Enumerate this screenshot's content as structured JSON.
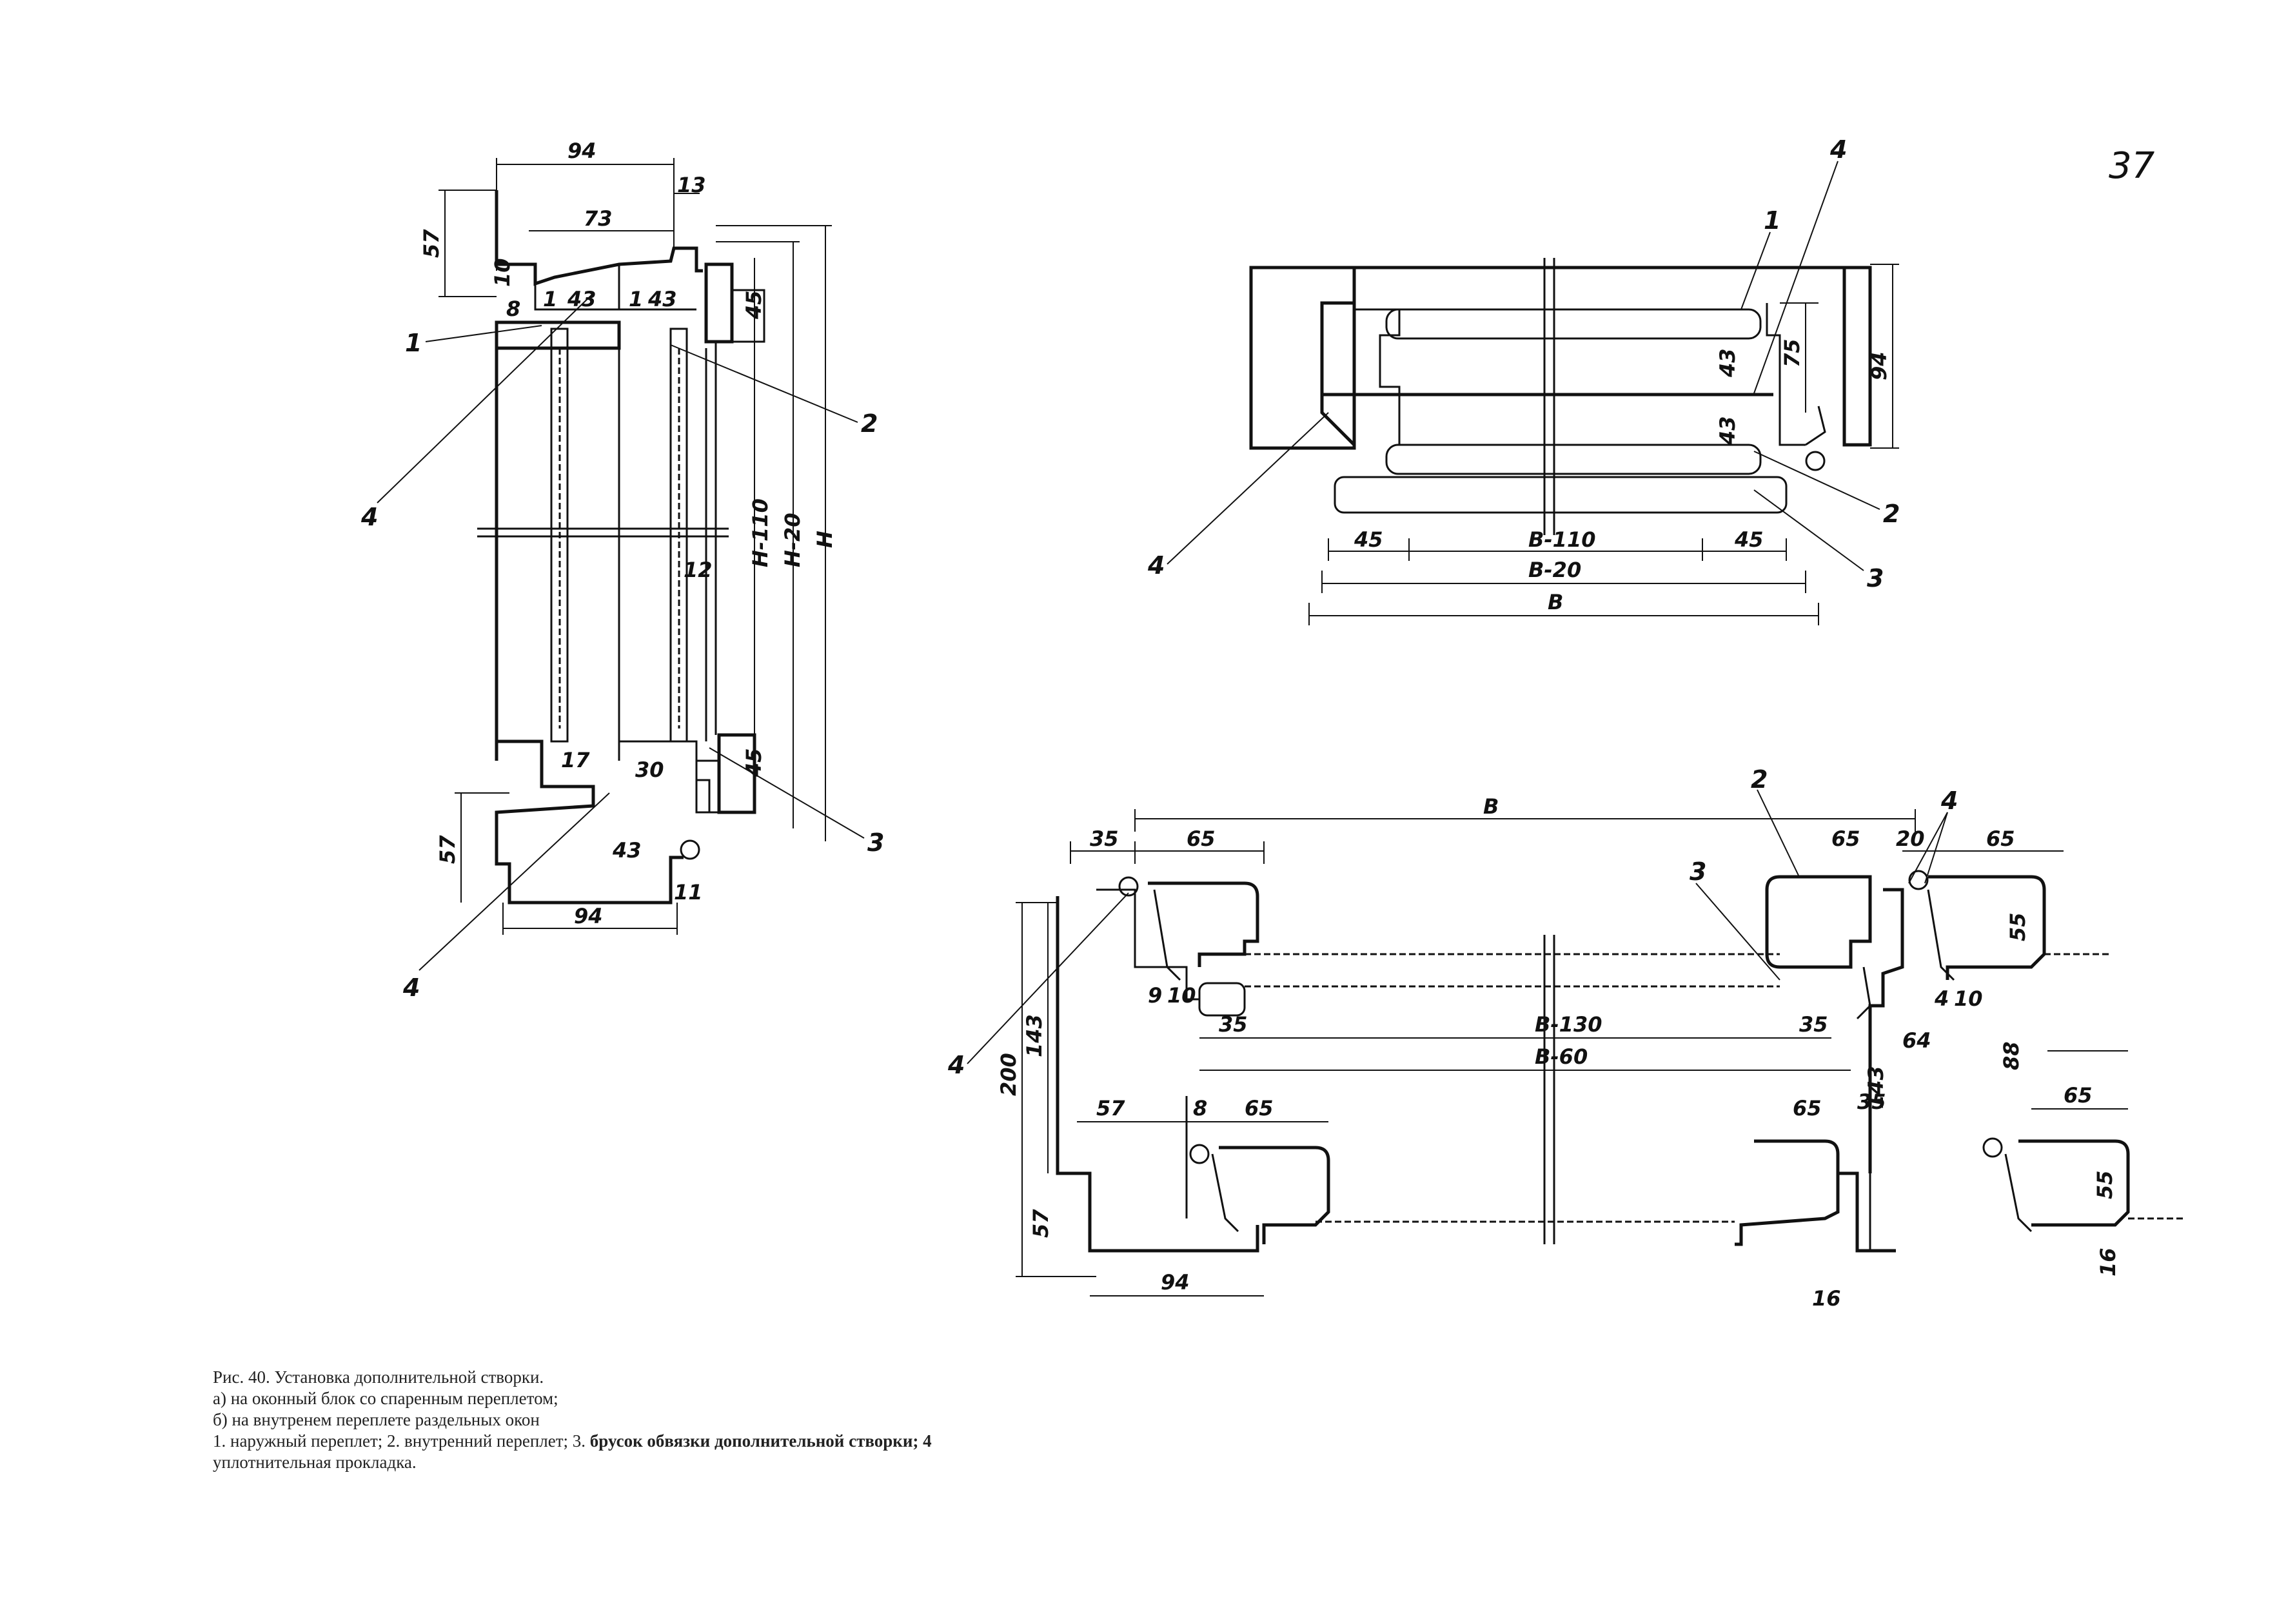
{
  "page_number": "37",
  "caption": {
    "line1": "Рис. 40. Установка дополнительной створки.",
    "line2": "а) на оконный блок со спаренным переплетом;",
    "line3": "б) на внутренем переплете раздельных окон",
    "line4a": "1. наружный переплет; 2. внутренний переплет; 3.",
    "line4b": "брусок обвязки дополнительной створки; 4",
    "line5": "уплотнительная прокладка."
  },
  "dimensions": {
    "d94": "94",
    "d13": "13",
    "d57": "57",
    "d73": "73",
    "d10": "10",
    "d8": "8",
    "d1": "1",
    "d43": "43",
    "d45": "45",
    "d4": "4",
    "d17": "17",
    "d30": "30",
    "d12": "12",
    "dH110": "Н-110",
    "dH20": "Н-20",
    "dH": "Н",
    "d75": "75",
    "dB110": "В-110",
    "dB20": "В-20",
    "dB": "В",
    "d65": "65",
    "d35": "35",
    "d20": "20",
    "d55": "55",
    "d200": "200",
    "d143": "143",
    "dB130": "В-130",
    "dB60": "В-60",
    "d64": "64",
    "d88": "88",
    "d16": "16",
    "d11": "11",
    "d9": "9",
    "d10b": "10"
  },
  "callouts": {
    "c1": "1",
    "c2": "2",
    "c3": "3",
    "c4": "4"
  }
}
